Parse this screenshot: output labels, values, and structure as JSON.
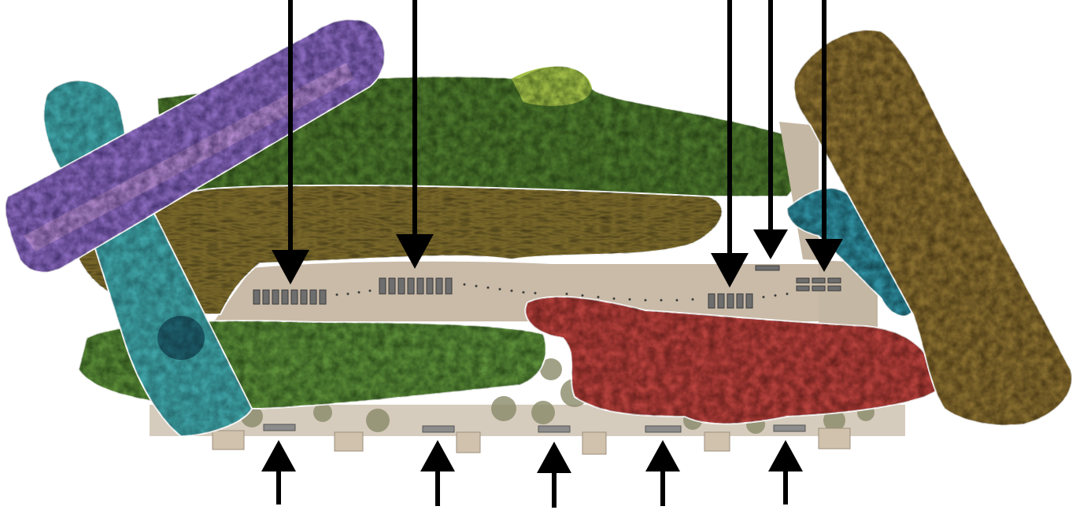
{
  "figure": {
    "background": "#ffffff",
    "arrow_color": "#000000",
    "down_arrow_count": 5,
    "up_arrow_count": 5,
    "logs": [
      {
        "name": "purple-log",
        "color": "#8c6cbf"
      },
      {
        "name": "teal-log",
        "color": "#3fa3a6"
      },
      {
        "name": "green-log-back",
        "color": "#4f7a2e"
      },
      {
        "name": "olive-log",
        "color": "#7c6a2a"
      },
      {
        "name": "green-log-front",
        "color": "#5d8f3a"
      },
      {
        "name": "red-log",
        "color": "#b8423d"
      },
      {
        "name": "blue-log",
        "color": "#2f8fa0"
      },
      {
        "name": "brown-log",
        "color": "#8a7030"
      }
    ],
    "burner_color": "#c9bba8",
    "ember_color": "#8a8a6a"
  }
}
